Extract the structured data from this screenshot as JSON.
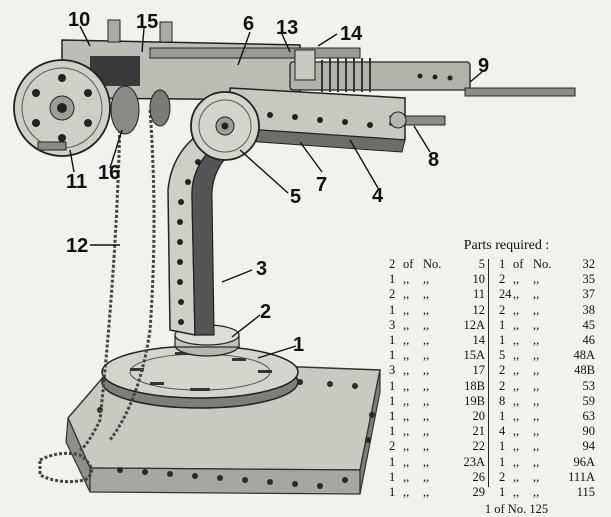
{
  "callouts": [
    "1",
    "2",
    "3",
    "4",
    "5",
    "6",
    "7",
    "8",
    "9",
    "10",
    "11",
    "12",
    "13",
    "14",
    "15",
    "16"
  ],
  "parts": {
    "title": "Parts required :",
    "left": [
      {
        "q": "2",
        "o": "of",
        "n": "No.",
        "v": "5"
      },
      {
        "q": "1",
        "o": ",,",
        "n": ",,",
        "v": "10"
      },
      {
        "q": "2",
        "o": ",,",
        "n": ",,",
        "v": "11"
      },
      {
        "q": "1",
        "o": ",,",
        "n": ",,",
        "v": "12"
      },
      {
        "q": "3",
        "o": ",,",
        "n": ",,",
        "v": "12A"
      },
      {
        "q": "1",
        "o": ",,",
        "n": ",,",
        "v": "14"
      },
      {
        "q": "1",
        "o": ",,",
        "n": ",,",
        "v": "15A"
      },
      {
        "q": "3",
        "o": ",,",
        "n": ",,",
        "v": "17"
      },
      {
        "q": "1",
        "o": ",,",
        "n": ",,",
        "v": "18B"
      },
      {
        "q": "1",
        "o": ",,",
        "n": ",,",
        "v": "19B"
      },
      {
        "q": "1",
        "o": ",,",
        "n": ",,",
        "v": "20"
      },
      {
        "q": "1",
        "o": ",,",
        "n": ",,",
        "v": "21"
      },
      {
        "q": "2",
        "o": ",,",
        "n": ",,",
        "v": "22"
      },
      {
        "q": "1",
        "o": ",,",
        "n": ",,",
        "v": "23A"
      },
      {
        "q": "1",
        "o": ",,",
        "n": ",,",
        "v": "26"
      },
      {
        "q": "1",
        "o": ",,",
        "n": ",,",
        "v": "29"
      }
    ],
    "right": [
      {
        "q": "1",
        "o": "of",
        "n": "No.",
        "v": "32"
      },
      {
        "q": "2",
        "o": ",,",
        "n": ",,",
        "v": "35"
      },
      {
        "q": "24",
        "o": ",,",
        "n": ",,",
        "v": "37"
      },
      {
        "q": "2",
        "o": ",,",
        "n": ",,",
        "v": "38"
      },
      {
        "q": "1",
        "o": ",,",
        "n": ",,",
        "v": "45"
      },
      {
        "q": "1",
        "o": ",,",
        "n": ",,",
        "v": "46"
      },
      {
        "q": "5",
        "o": ",,",
        "n": ",,",
        "v": "48A"
      },
      {
        "q": "2",
        "o": ",,",
        "n": ",,",
        "v": "48B"
      },
      {
        "q": "2",
        "o": ",,",
        "n": ",,",
        "v": "53"
      },
      {
        "q": "8",
        "o": ",,",
        "n": ",,",
        "v": "59"
      },
      {
        "q": "1",
        "o": ",,",
        "n": ",,",
        "v": "63"
      },
      {
        "q": "4",
        "o": ",,",
        "n": ",,",
        "v": "90"
      },
      {
        "q": "1",
        "o": ",,",
        "n": ",,",
        "v": "94"
      },
      {
        "q": "1",
        "o": ",,",
        "n": ",,",
        "v": "96A"
      },
      {
        "q": "2",
        "o": ",,",
        "n": ",,",
        "v": "111A"
      },
      {
        "q": "1",
        "o": ",,",
        "n": ",,",
        "v": "115"
      }
    ],
    "footer": "1 of No. 125"
  }
}
